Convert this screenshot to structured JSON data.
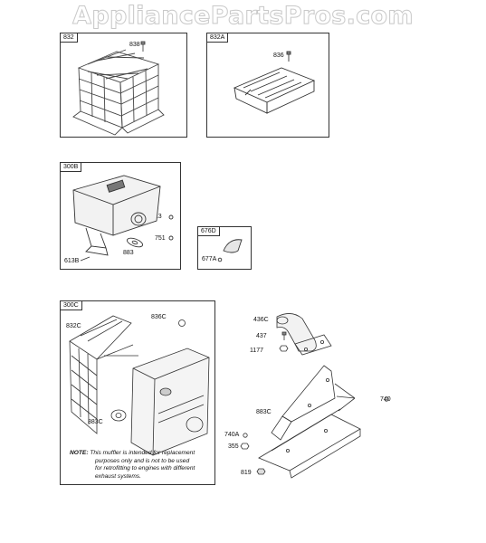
{
  "watermark": "AppliancePartsPros.com",
  "panels": {
    "p832": {
      "tag": "832",
      "labels": {
        "l838": "838"
      }
    },
    "p832a": {
      "tag": "832A",
      "labels": {
        "l836": "836"
      }
    },
    "p300b": {
      "tag": "300B",
      "labels": {
        "l613": "613",
        "l751": "751",
        "l883": "883",
        "l613b": "613B"
      }
    },
    "p676d": {
      "tag": "676D",
      "labels": {
        "l677a": "677A"
      }
    },
    "p300c": {
      "tag": "300C",
      "labels": {
        "l832c": "832C",
        "l836c": "836C",
        "l883c": "883C"
      },
      "note_prefix": "NOTE:",
      "note_lines": [
        " This muffler is intended for replacement",
        "purposes only and is not to be used",
        "for retrofitting to engines with different",
        "exhaust systems."
      ]
    }
  },
  "loose_labels": {
    "l436c": "436C",
    "l437": "437",
    "l1177": "1177",
    "l883c2": "883C",
    "l740": "740",
    "l740a": "740A",
    "l355": "355",
    "l819": "819"
  }
}
